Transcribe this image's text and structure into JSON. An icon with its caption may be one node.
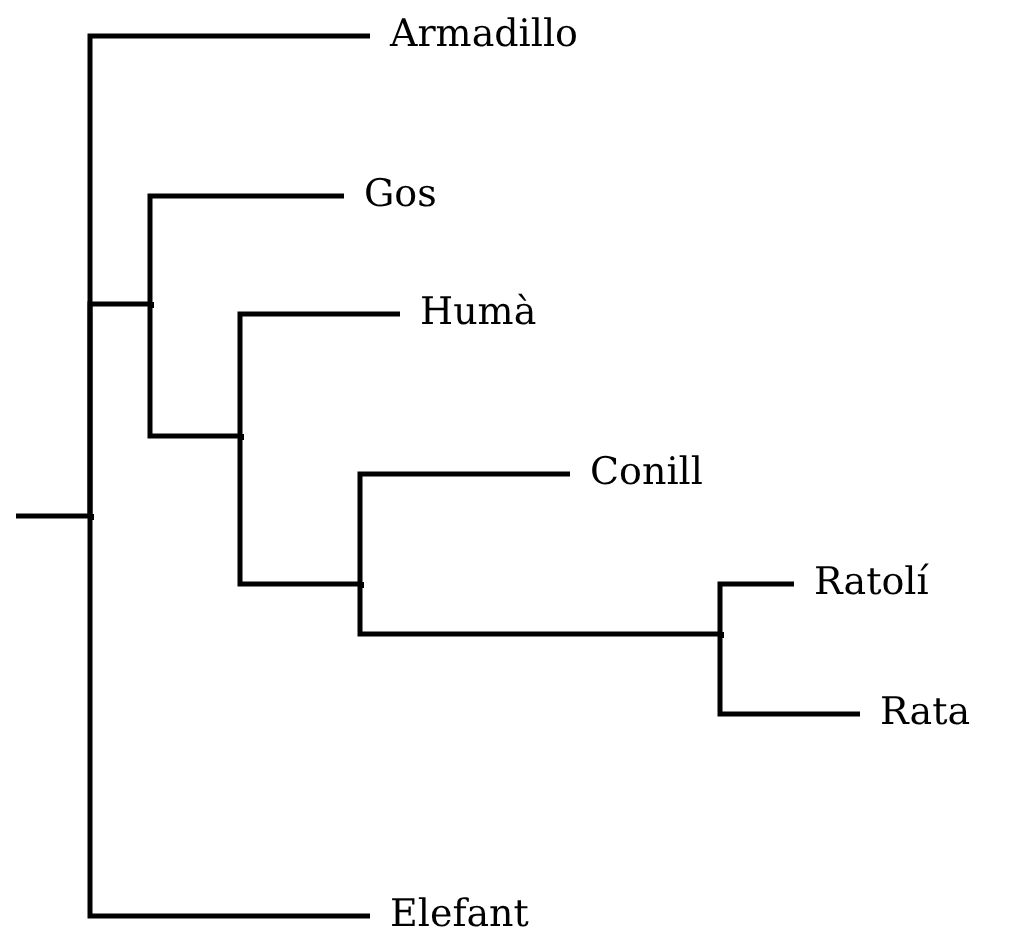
{
  "diagram": {
    "nodes": [
      {
        "text": [],
        "shape": "point"
      },
      {
        "text": [
          "Armadillo"
        ]
      },
      {
        "text": [],
        "shape": "point"
      },
      {
        "text": [
          "Gos"
        ]
      },
      {
        "text": [],
        "shape": "point"
      },
      {
        "text": [
          "Humà"
        ]
      },
      {
        "text": [],
        "shape": "point"
      },
      {
        "text": [
          "Conill"
        ]
      },
      {
        "text": [],
        "shape": "point"
      },
      {
        "text": [
          "Ratolí"
        ]
      },
      {
        "text": [
          "Rata"
        ]
      },
      {
        "text": [
          "Elefant"
        ]
      }
    ],
    "edges": [
      {
        "from": null,
        "to": 0,
        "arrow": "none"
      },
      {
        "from": 0,
        "to": 1,
        "arrow": "none"
      },
      {
        "from": 0,
        "to": 2,
        "arrow": "none"
      },
      {
        "from": 0,
        "to": 11,
        "arrow": "none"
      },
      {
        "from": 2,
        "to": 3,
        "arrow": "none"
      },
      {
        "from": 2,
        "to": 4,
        "arrow": "none"
      },
      {
        "from": 4,
        "to": 5,
        "arrow": "none"
      },
      {
        "from": 4,
        "to": 6,
        "arrow": "none"
      },
      {
        "from": 6,
        "to": 7,
        "arrow": "none"
      },
      {
        "from": 6,
        "to": 8,
        "arrow": "none"
      },
      {
        "from": 8,
        "to": 9,
        "arrow": "none"
      },
      {
        "from": 8,
        "to": 10,
        "arrow": "none"
      }
    ]
  }
}
